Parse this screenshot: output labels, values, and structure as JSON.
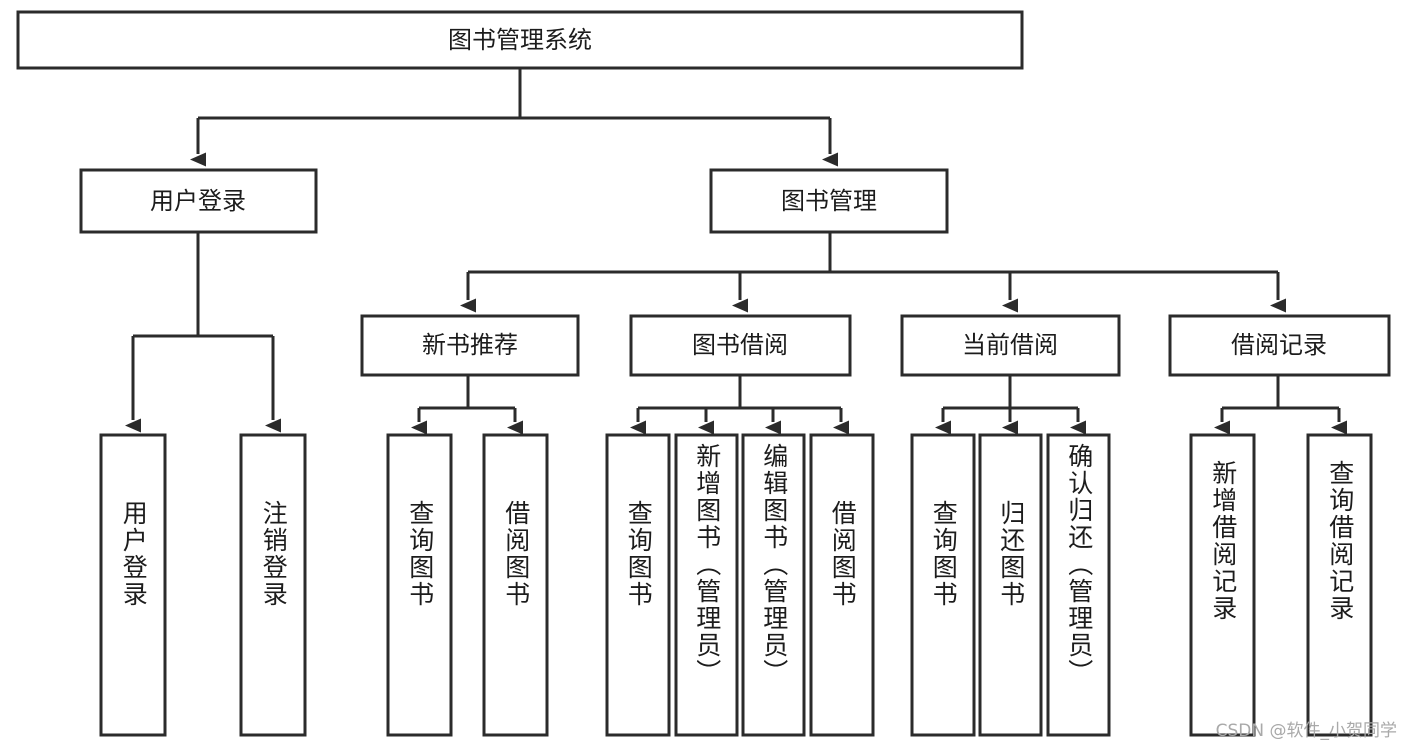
{
  "diagram": {
    "type": "tree",
    "title": "图书管理系统",
    "orientation": "top-down",
    "root": {
      "id": "root",
      "label": "图书管理系统"
    },
    "level1": [
      {
        "id": "user-login",
        "label": "用户登录"
      },
      {
        "id": "book-manage",
        "label": "图书管理"
      }
    ],
    "level2": [
      {
        "id": "new-book-rec",
        "label": "新书推荐",
        "parent": "book-manage"
      },
      {
        "id": "book-borrow",
        "label": "图书借阅",
        "parent": "book-manage"
      },
      {
        "id": "current-borrow",
        "label": "当前借阅",
        "parent": "book-manage"
      },
      {
        "id": "borrow-record",
        "label": "借阅记录",
        "parent": "book-manage"
      }
    ],
    "leaves": [
      {
        "id": "leaf-user-login",
        "label": "用户登录",
        "parent": "user-login"
      },
      {
        "id": "leaf-logout-login",
        "label": "注销登录",
        "parent": "user-login"
      },
      {
        "id": "leaf-query-book-1",
        "label": "查询图书",
        "parent": "new-book-rec"
      },
      {
        "id": "leaf-borrow-book-1",
        "label": "借阅图书",
        "parent": "new-book-rec"
      },
      {
        "id": "leaf-query-book-2",
        "label": "查询图书",
        "parent": "book-borrow"
      },
      {
        "id": "leaf-add-book",
        "label": "新增图书（管理员）",
        "parent": "book-borrow"
      },
      {
        "id": "leaf-edit-book",
        "label": "编辑图书（管理员）",
        "parent": "book-borrow"
      },
      {
        "id": "leaf-borrow-book-2",
        "label": "借阅图书",
        "parent": "book-borrow"
      },
      {
        "id": "leaf-query-book-3",
        "label": "查询图书",
        "parent": "current-borrow"
      },
      {
        "id": "leaf-return-book",
        "label": "归还图书",
        "parent": "current-borrow"
      },
      {
        "id": "leaf-confirm-return",
        "label": "确认归还（管理员）",
        "parent": "current-borrow"
      },
      {
        "id": "leaf-add-record",
        "label": "新增借阅记录",
        "parent": "borrow-record"
      },
      {
        "id": "leaf-query-record",
        "label": "查询借阅记录",
        "parent": "borrow-record"
      }
    ],
    "colors": {
      "stroke": "#2b2b2b",
      "fill": "#ffffff",
      "text": "#1c1c1c",
      "watermark": "#a9a9a9"
    }
  },
  "watermark": {
    "text": "CSDN @软件_小贺同学"
  }
}
